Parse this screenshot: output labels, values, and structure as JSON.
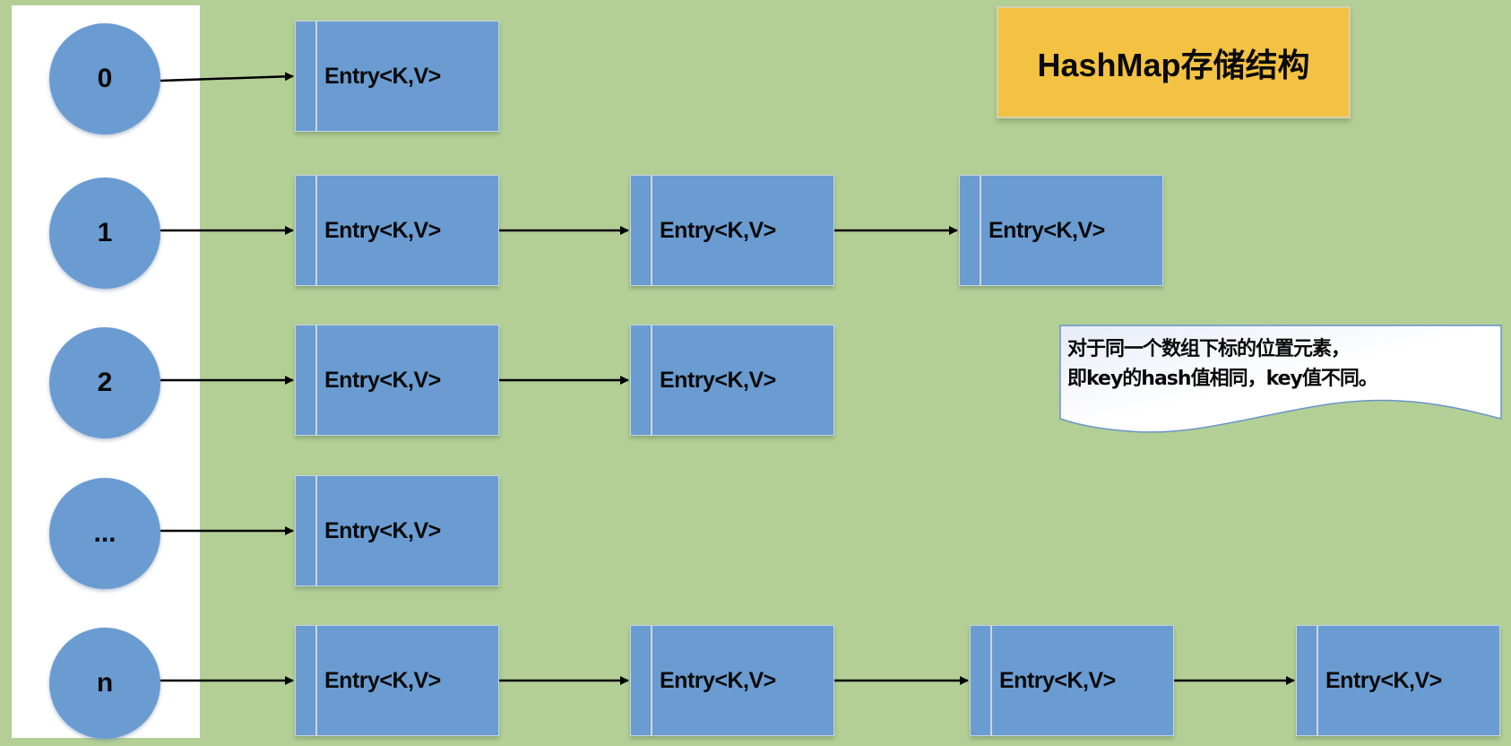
{
  "title": "HashMap存储结构",
  "buckets": [
    {
      "index_label": "0",
      "entries": [
        "Entry<K,V>"
      ]
    },
    {
      "index_label": "1",
      "entries": [
        "Entry<K,V>",
        "Entry<K,V>",
        "Entry<K,V>"
      ]
    },
    {
      "index_label": "2",
      "entries": [
        "Entry<K,V>",
        "Entry<K,V>"
      ]
    },
    {
      "index_label": "...",
      "entries": [
        "Entry<K,V>"
      ]
    },
    {
      "index_label": "n",
      "entries": [
        "Entry<K,V>",
        "Entry<K,V>",
        "Entry<K,V>",
        "Entry<K,V>"
      ]
    }
  ],
  "note": {
    "line1": "对于同一个数组下标的位置元素，",
    "line2": "即key的hash值相同，key值不同。"
  },
  "colors": {
    "background": "#b3cf96",
    "node_fill": "#6a9cd2",
    "title_fill": "#f4c242",
    "array_panel": "#ffffff"
  }
}
